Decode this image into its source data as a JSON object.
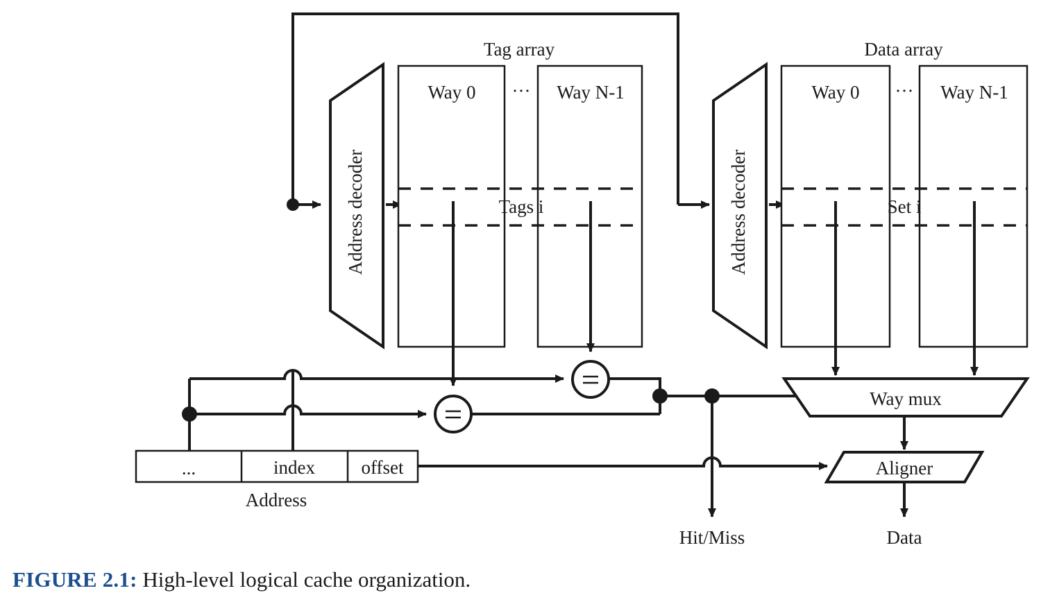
{
  "figure": {
    "caption_prefix": "FIGURE 2.1:",
    "caption_text": "High-level logical cache organization.",
    "caption_accent_color": "#1c4f8f"
  },
  "diagram": {
    "title_tag_array": "Tag array",
    "title_data_array": "Data array",
    "tag_array": {
      "decoder_label": "Address decoder",
      "way_first": "Way 0",
      "way_ellipsis": "···",
      "way_last": "Way N-1",
      "row_label": "Tags i"
    },
    "data_array": {
      "decoder_label": "Address decoder",
      "way_first": "Way 0",
      "way_ellipsis": "···",
      "way_last": "Way N-1",
      "row_label": "Set i"
    },
    "comparator_symbol": "=",
    "way_mux_label": "Way mux",
    "aligner_label": "Aligner",
    "address": {
      "label": "Address",
      "fields": [
        "...",
        "index",
        "offset"
      ]
    },
    "outputs": {
      "hit_miss": "Hit/Miss",
      "data": "Data"
    }
  }
}
